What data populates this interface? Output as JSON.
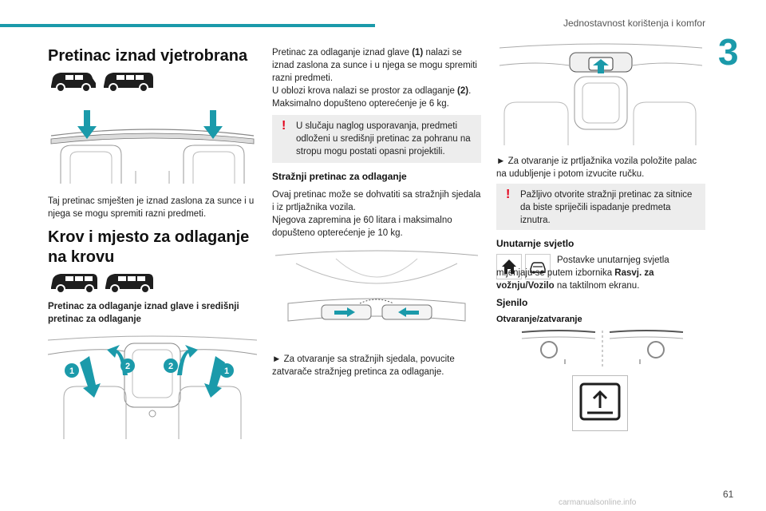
{
  "header": {
    "section_title": "Jednostavnost korištenja i komfor",
    "chapter_number": "3",
    "page_number": "61",
    "accent_color": "#1b9aaa"
  },
  "col1": {
    "title1": "Pretinac iznad vjetrobrana",
    "para1": "Taj pretinac smješten je iznad zaslona za sunce i u njega se mogu spremiti razni predmeti.",
    "title2": "Krov i mjesto za odlaganje na krovu",
    "subtitle": "Pretinac za odlaganje iznad glave i središnji pretinac za odlaganje",
    "callouts": [
      "1",
      "2",
      "2",
      "1"
    ]
  },
  "col2": {
    "p1": "Pretinac za odlaganje iznad glave ",
    "p1_ref": "(1)",
    "p1_rest": " nalazi se iznad zaslona za sunce i u njega se mogu spremiti razni predmeti.",
    "p2": "U oblozi krova nalazi se prostor za odlaganje ",
    "p2_ref": "(2)",
    "p2_end": ".",
    "p3": "Maksimalno dopušteno opterećenje je 6 kg.",
    "warn1": "U slučaju naglog usporavanja, predmeti odloženi u središnji pretinac za pohranu na stropu mogu postati opasni projektili.",
    "heading": "Stražnji pretinac za odlaganje",
    "p4": "Ovaj pretinac može se dohvatiti sa stražnjih sjedala i iz prtljažnika vozila.",
    "p5": "Njegova zapremina je 60 litara i maksimalno dopušteno opterećenje je 10 kg.",
    "p6": "► Za otvaranje sa stražnjih sjedala, povucite zatvarače stražnjeg pretinca za odlaganje."
  },
  "col3": {
    "p1": "► Za otvaranje iz prtljažnika vozila položite palac na udubljenje i potom izvucite ručku.",
    "warn2": "Pažljivo otvorite stražnji pretinac za sitnice da biste spriječili ispadanje predmeta iznutra.",
    "heading1": "Unutarnje svjetlo",
    "p2": "Postavke unutarnjeg svjetla mijenjaju se putem izbornika ",
    "menu": "Rasvj. za vožnju",
    "slash": "/",
    "menu2": "Vozilo",
    "p2_end": " na taktilnom ekranu.",
    "heading2": "Sjenilo",
    "heading3": "Otvaranje/zatvaranje"
  },
  "footer": {
    "watermark": "carmanualsonline.info"
  }
}
